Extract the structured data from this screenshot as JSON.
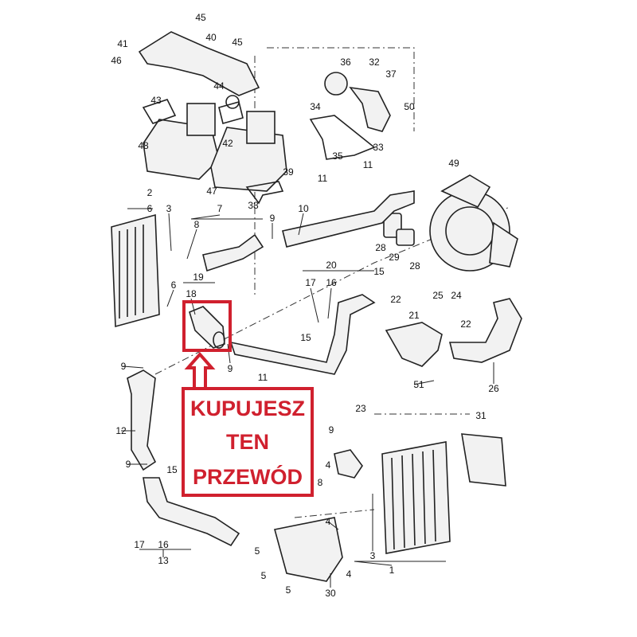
{
  "callouts": [
    "45",
    "41",
    "40",
    "45",
    "46",
    "36",
    "32",
    "37",
    "44",
    "43",
    "34",
    "50",
    "48",
    "42",
    "33",
    "35",
    "49",
    "39",
    "11",
    "11",
    "47",
    "38",
    "2",
    "6",
    "3",
    "7",
    "9",
    "10",
    "8",
    "28",
    "29",
    "28",
    "20",
    "19",
    "6",
    "18",
    "17",
    "16",
    "15",
    "22",
    "25",
    "24",
    "21",
    "22",
    "9",
    "15",
    "9",
    "11",
    "51",
    "26",
    "23",
    "31",
    "12",
    "9",
    "9",
    "15",
    "4",
    "8",
    "17",
    "16",
    "13",
    "4",
    "5",
    "4",
    "3",
    "1",
    "5",
    "5",
    "30"
  ],
  "annotation": {
    "lines": [
      "KUPUJESZ",
      "TEN",
      "PRZEWÓD"
    ],
    "color": "#d0202e"
  }
}
